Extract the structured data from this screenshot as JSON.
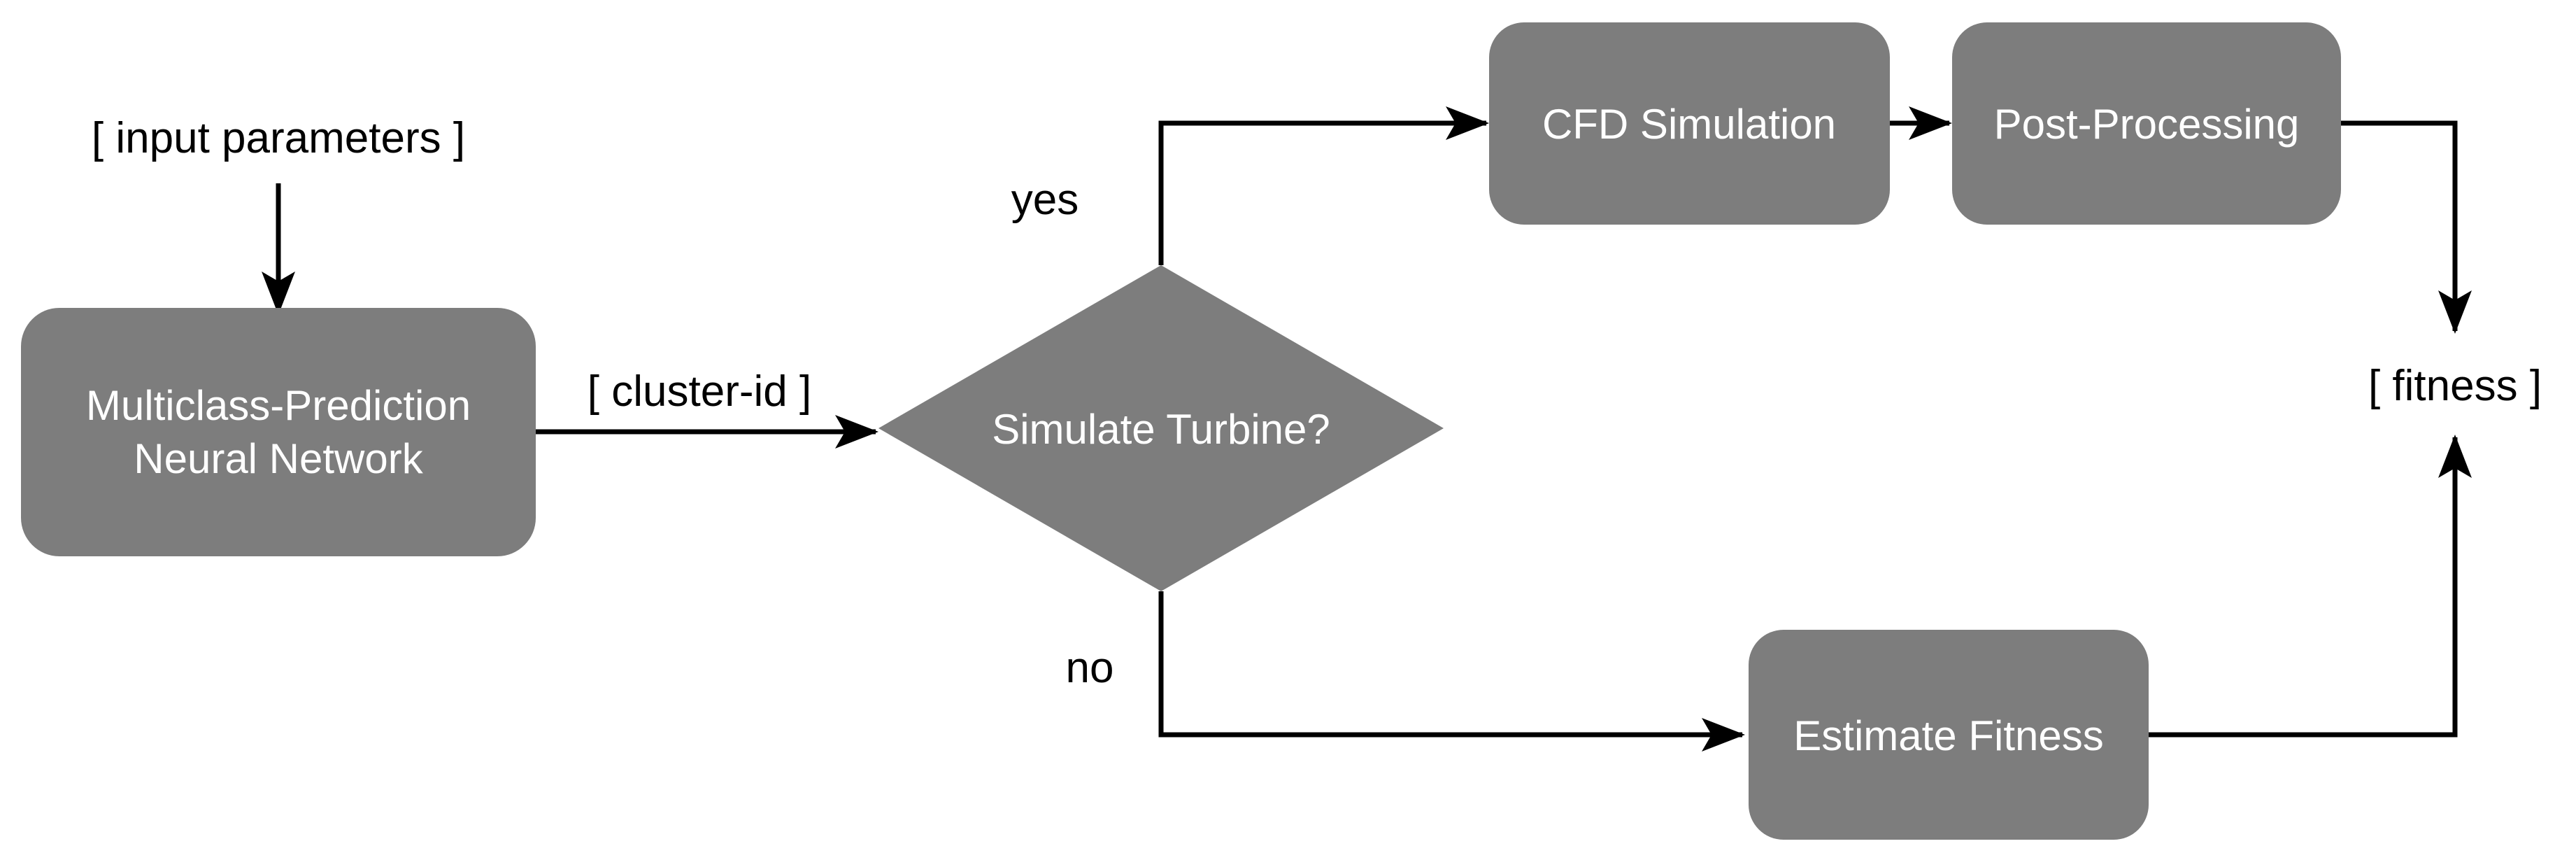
{
  "diagram": {
    "colors": {
      "background": "#ffffff",
      "node_fill": "#7d7d7d",
      "node_text": "#ffffff",
      "line": "#000000"
    },
    "labels": {
      "input_parameters": "[ input parameters ]",
      "cluster_id": "[ cluster-id ]",
      "yes": "yes",
      "no": "no",
      "fitness": "[ fitness ]"
    },
    "nodes": {
      "nn_line1": "Multiclass-Prediction",
      "nn_line2": "Neural Network",
      "decision": "Simulate Turbine?",
      "cfd": "CFD Simulation",
      "post": "Post-Processing",
      "estimate": "Estimate Fitness"
    }
  }
}
